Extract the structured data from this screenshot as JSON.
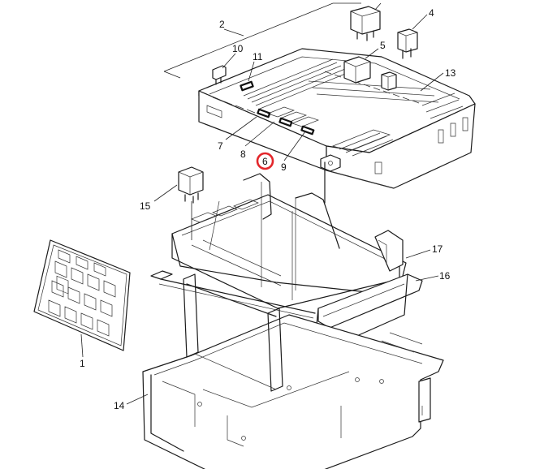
{
  "callouts": {
    "c1": "1",
    "c2": "2",
    "c4": "4",
    "c5": "5",
    "c6": "6",
    "c7": "7",
    "c8": "8",
    "c9": "9",
    "c10": "10",
    "c11": "11",
    "c13": "13",
    "c14": "14",
    "c15": "15",
    "c16": "16",
    "c17": "17"
  },
  "highlight": {
    "color": "#e3262b",
    "target": "6"
  }
}
